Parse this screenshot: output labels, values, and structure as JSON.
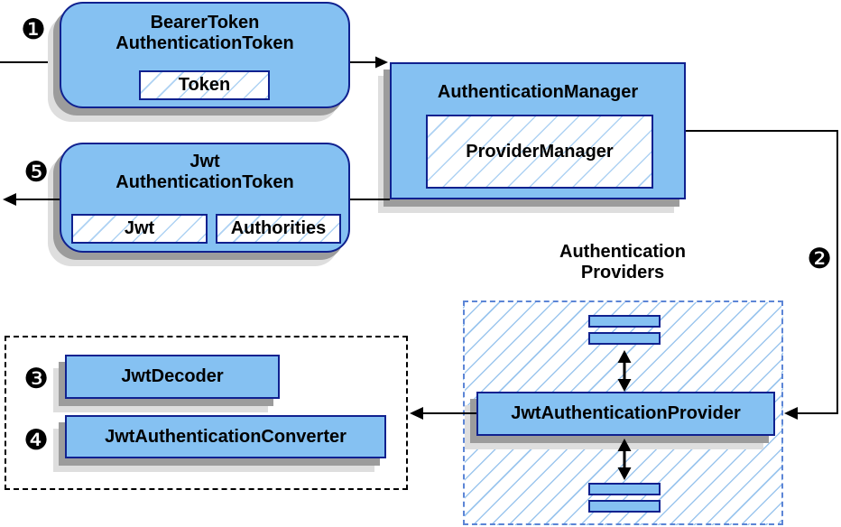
{
  "diagram": {
    "badges": {
      "step1": "❶",
      "step2": "❷",
      "step3": "❸",
      "step4": "❹",
      "step5": "❺"
    },
    "nodes": {
      "bearer_token": {
        "title_line1": "BearerToken",
        "title_line2": "AuthenticationToken",
        "field": "Token"
      },
      "auth_manager": {
        "title": "AuthenticationManager",
        "field": "ProviderManager"
      },
      "jwt_token": {
        "title_line1": "Jwt",
        "title_line2": "AuthenticationToken",
        "field1": "Jwt",
        "field2": "Authorities"
      },
      "providers_group": {
        "label_line1": "Authentication",
        "label_line2": "Providers",
        "provider": "JwtAuthenticationProvider"
      },
      "decoder_group": {
        "decoder": "JwtDecoder",
        "converter": "JwtAuthenticationConverter"
      }
    },
    "colors": {
      "node_fill": "#85c1f2",
      "node_border": "#10218f",
      "hatch_line": "#aed2f3",
      "group_hatch_line": "#9cc6ee",
      "dashed_border": "#5c85d6",
      "shadow_dark": "#9c9c9c",
      "shadow_light": "#dedede",
      "arrow": "#000000"
    }
  }
}
